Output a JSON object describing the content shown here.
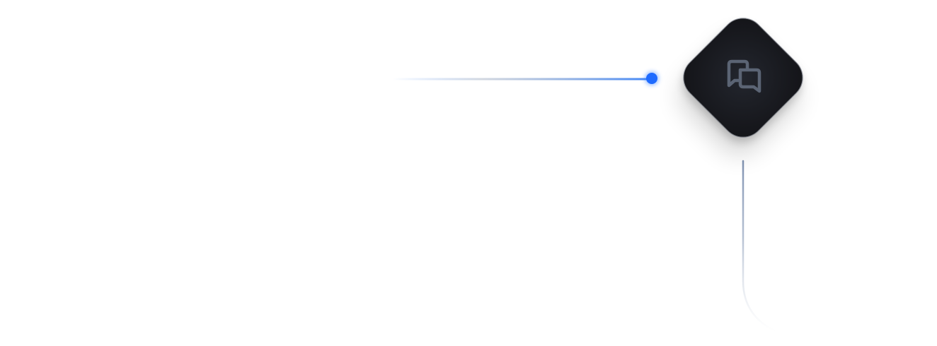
{
  "diagram": {
    "node": {
      "icon": "chat-bubbles-icon",
      "fill": "#17181d",
      "icon_color": "#5b6474"
    },
    "edges": [
      {
        "id": "incoming",
        "direction": "horizontal",
        "color": "#3b82f6",
        "has_endpoint_dot": true
      },
      {
        "id": "outgoing",
        "direction": "vertical-then-curve",
        "color": "#8c9bb5",
        "has_endpoint_dot": false
      }
    ],
    "colors": {
      "background": "#ffffff",
      "accent": "#1f6bff"
    }
  }
}
